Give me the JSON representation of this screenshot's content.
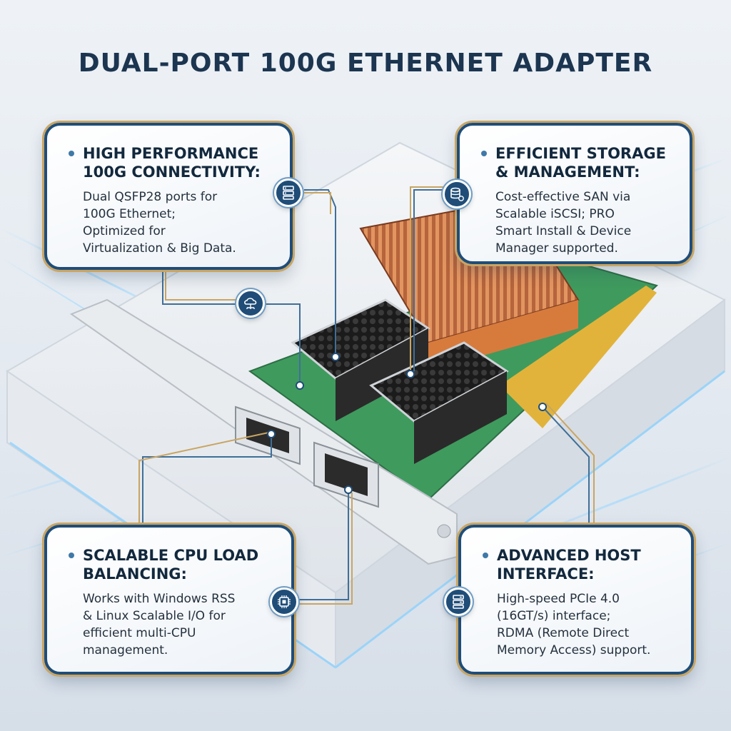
{
  "title": "DUAL-PORT 100G ETHERNET ADAPTER",
  "cards": [
    {
      "heading_lines": [
        "HIGH PERFORMANCE",
        "100G CONNECTIVITY:"
      ],
      "body_lines": [
        "Dual QSFP28 ports for",
        "100G Ethernet;",
        "Optimized for",
        "Virtualization & Big Data."
      ],
      "icon": "server-rack-icon"
    },
    {
      "heading_lines": [
        "EFFICIENT STORAGE",
        "& MANAGEMENT:"
      ],
      "body_lines": [
        "Cost-effective SAN via",
        "Scalable iSCSI; PRO",
        "Smart Install & Device",
        "Manager supported."
      ],
      "icon": "database-gear-icon"
    },
    {
      "heading_lines": [
        "SCALABLE CPU LOAD",
        "BALANCING:"
      ],
      "body_lines": [
        "Works with Windows RSS",
        "& Linux Scalable I/O for",
        "efficient multi-CPU",
        "management."
      ],
      "icon": "cpu-chip-icon"
    },
    {
      "heading_lines": [
        "ADVANCED HOST",
        "INTERFACE:"
      ],
      "body_lines": [
        "High-speed PCIe 4.0",
        "(16GT/s) interface;",
        "RDMA (Remote Direct",
        "Memory Access) support."
      ],
      "icon": "server-stack-icon"
    }
  ],
  "center_icon": "cloud-network-icon",
  "colors": {
    "navy": "#1f4d78",
    "gold": "#c9a563",
    "heatsink": "#b8643a",
    "pcb": "#3f9a5e",
    "title": "#1c3550"
  }
}
